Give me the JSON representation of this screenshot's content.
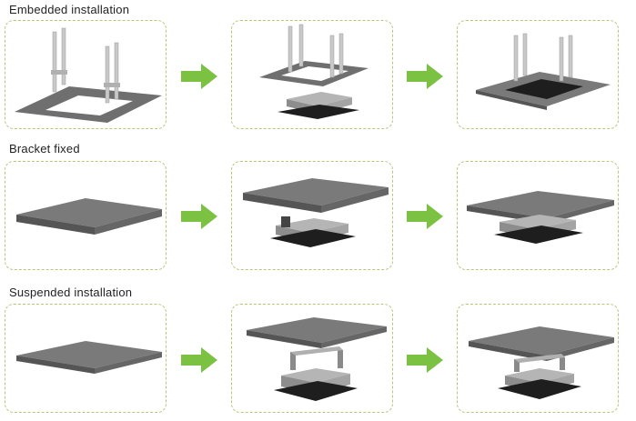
{
  "sections": [
    {
      "title": "Embedded installation",
      "method": "embedded"
    },
    {
      "title": "Bracket fixed",
      "method": "bracket"
    },
    {
      "title": "Suspended installation",
      "method": "suspended"
    }
  ],
  "colors": {
    "panel_border": "#b7c77a",
    "arrow": "#7cc242",
    "slab_top": "#7a7a7a",
    "slab_side": "#555555",
    "fixture_body": "#9a9a9a",
    "fixture_grille": "#1e1e1e",
    "rod": "#c9c9c9"
  },
  "icons": [
    "arrow-right-icon"
  ]
}
